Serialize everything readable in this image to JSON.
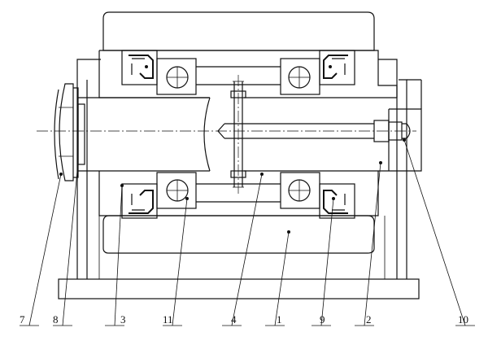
{
  "drawing": {
    "callouts": [
      {
        "id": "c7",
        "label": "7"
      },
      {
        "id": "c8",
        "label": "8"
      },
      {
        "id": "c3",
        "label": "3"
      },
      {
        "id": "c11",
        "label": "11"
      },
      {
        "id": "c4",
        "label": "4"
      },
      {
        "id": "c1",
        "label": "1"
      },
      {
        "id": "c9",
        "label": "9"
      },
      {
        "id": "c2",
        "label": "2"
      },
      {
        "id": "c10",
        "label": "10"
      }
    ]
  }
}
